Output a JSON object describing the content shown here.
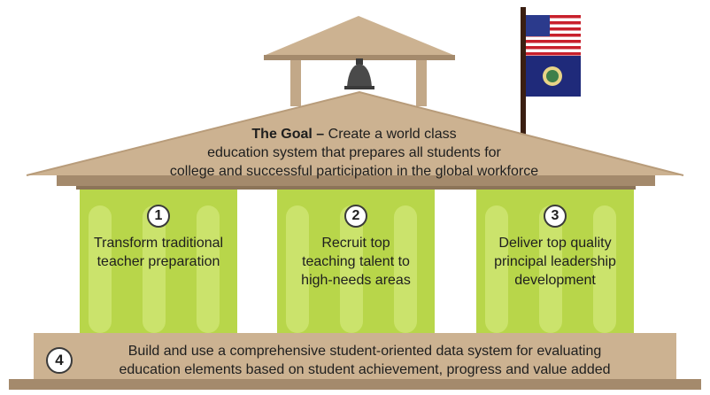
{
  "goal": {
    "lead": "The Goal",
    "dash": " – ",
    "line1": "Create a world class",
    "line2": "education system that prepares all students for",
    "line3": "college and successful participation in the global workforce"
  },
  "pillars": [
    {
      "number": "1",
      "lines": [
        "Transform traditional",
        "teacher preparation"
      ]
    },
    {
      "number": "2",
      "lines": [
        "Recruit top",
        "teaching talent to",
        "high-needs areas"
      ]
    },
    {
      "number": "3",
      "lines": [
        "Deliver top quality",
        "principal leadership",
        "development"
      ]
    }
  ],
  "foundation": {
    "number": "4",
    "line1": "Build and use a comprehensive student-oriented data system for evaluating",
    "line2": "education elements based on student achievement, progress and value added"
  },
  "icons": {
    "bell": "liberty-bell-icon",
    "us_flag": "us-flag-icon",
    "state_flag": "minnesota-flag-icon"
  },
  "colors": {
    "roof": "#ccb291",
    "roof_dark": "#a48a6c",
    "pillar": "#b8d64a",
    "pillar_stripe": "#cbe36c",
    "base": "#ccb291",
    "flag_blue": "#1f2a7a",
    "pole": "#3b1f12"
  }
}
